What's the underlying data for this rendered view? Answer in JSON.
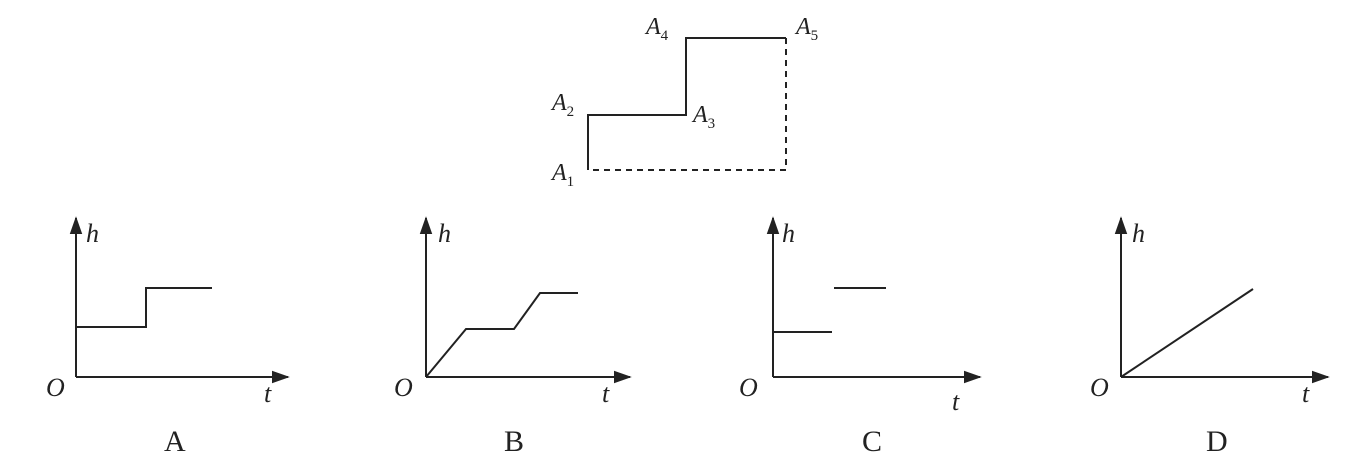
{
  "path_figure": {
    "points": [
      {
        "letter": "A",
        "sub": "1"
      },
      {
        "letter": "A",
        "sub": "2"
      },
      {
        "letter": "A",
        "sub": "3"
      },
      {
        "letter": "A",
        "sub": "4"
      },
      {
        "letter": "A",
        "sub": "5"
      }
    ]
  },
  "graphs": [
    {
      "option": "A",
      "y_axis": "h",
      "x_axis": "t",
      "origin": "O"
    },
    {
      "option": "B",
      "y_axis": "h",
      "x_axis": "t",
      "origin": "O"
    },
    {
      "option": "C",
      "y_axis": "h",
      "x_axis": "t",
      "origin": "O"
    },
    {
      "option": "D",
      "y_axis": "h",
      "x_axis": "t",
      "origin": "O"
    }
  ]
}
